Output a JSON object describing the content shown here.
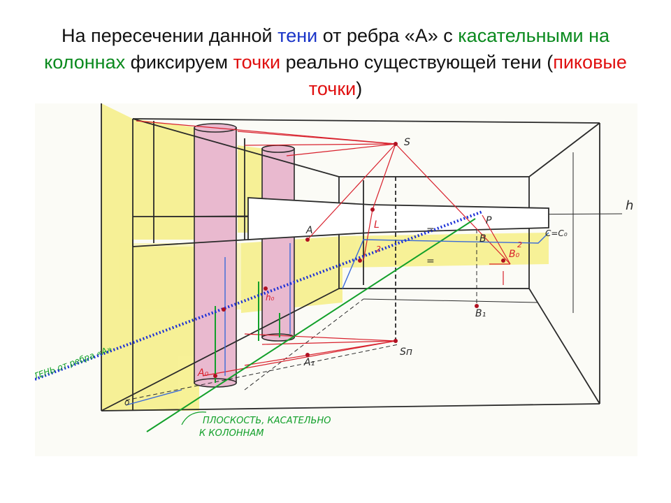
{
  "title": {
    "parts": [
      {
        "text": "На пересечении данной ",
        "color": "#111111"
      },
      {
        "text": "тени",
        "color": "#1a35c8"
      },
      {
        "text": " от ребра «А» с ",
        "color": "#111111"
      },
      {
        "text": "касательными на колоннах",
        "color": "#0a8a1e"
      },
      {
        "text": " фиксируем ",
        "color": "#111111"
      },
      {
        "text": "точки",
        "color": "#e01010"
      },
      {
        "text": " реально существующей тени (",
        "color": "#111111"
      },
      {
        "text": "пиковые точки",
        "color": "#e01010"
      },
      {
        "text": ")",
        "color": "#111111"
      }
    ]
  },
  "labels": {
    "s": "S",
    "h": "h",
    "p": "P",
    "a": "A",
    "l": "L",
    "b": "B",
    "c": "C=C₀",
    "b0": "B₀",
    "b0_sup": "2",
    "b1": "B₁",
    "sn": "Sп",
    "a1": "A₁",
    "a0": "A₀",
    "l_sup": "2",
    "eq1": "=",
    "eq2": "=",
    "shadow_label": "ТЕНЬ от ребра «А»",
    "plane_label_line1": "ПЛОСКОСТЬ, КАСАТЕЛЬНО",
    "plane_label_line2": "К КОЛОННАМ",
    "h0": "h₀",
    "o": "о"
  },
  "colors": {
    "pencil": "#2a2a2a",
    "wall_yellow": "#f6ef86",
    "column_pink": "#e9b9cf",
    "red": "#d8202c",
    "green": "#12a02a",
    "blue_dots": "#1a2fd6",
    "blue_line": "#3a6ad8"
  }
}
